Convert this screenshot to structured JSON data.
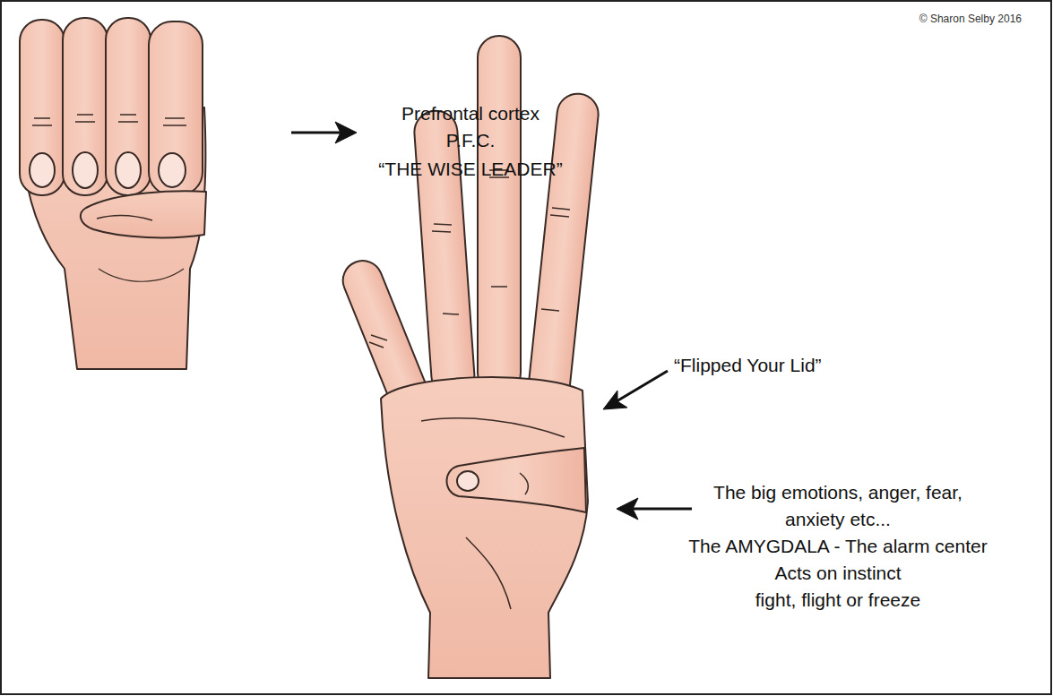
{
  "diagram": {
    "labels": [
      "© Sharon Selby 2016",
      "Prefrontal cortex",
      "P.F.C.",
      "“THE WISE LEADER”",
      "“Flipped Your Lid”",
      "The big emotions, anger, fear,",
      "anxiety etc...",
      "The  AMYGDALA - The alarm center",
      "Acts on instinct",
      "fight, flight or freeze"
    ]
  }
}
